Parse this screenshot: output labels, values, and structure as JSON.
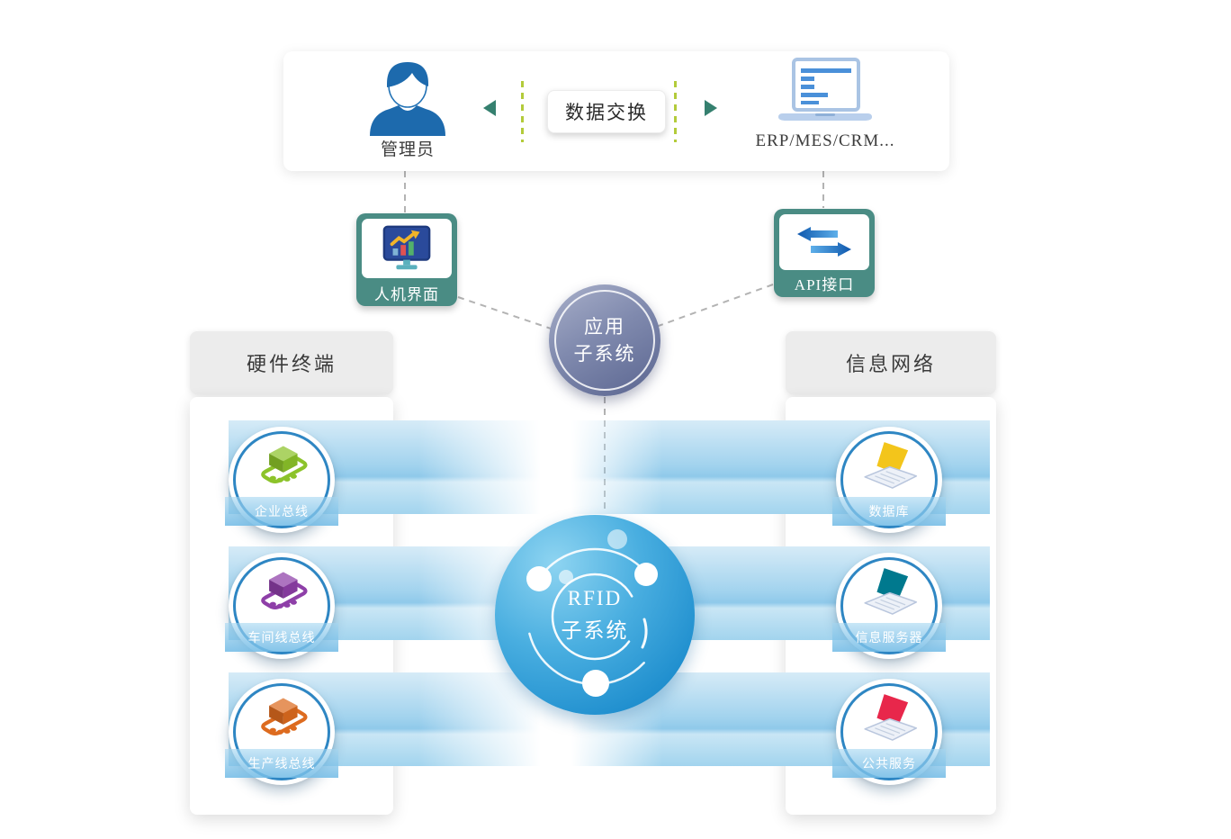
{
  "top_card": {
    "admin_label": "管理员",
    "exchange_label": "数据交换",
    "erp_label": "ERP/MES/CRM..."
  },
  "connectors": {
    "hmi_label": "人机界面",
    "api_label": "API接口"
  },
  "app_subsystem": {
    "line1": "应用",
    "line2": "子系统"
  },
  "rfid_subsystem": {
    "line1": "RFID",
    "line2": "子系统"
  },
  "left_panel": {
    "title": "硬件终端",
    "items": [
      {
        "label": "企业总线",
        "color": "#8cc32a"
      },
      {
        "label": "车间线总线",
        "color": "#8e3fa8"
      },
      {
        "label": "生产线总线",
        "color": "#dd6b1f"
      }
    ]
  },
  "right_panel": {
    "title": "信息网络",
    "items": [
      {
        "label": "数据库",
        "color": "#f3c51b"
      },
      {
        "label": "信息服务器",
        "color": "#00798e"
      },
      {
        "label": "公共服务",
        "color": "#e8274b"
      }
    ]
  },
  "colors": {
    "teal_box": "#4a8c84",
    "band_blue": "#9fd1ed",
    "circle_ring": "#2e86c3",
    "app_circle": "#6d779e",
    "rfid_blue": "#2d9ad5",
    "dashed_gray": "#b3b3b3",
    "green_dash": "#b3cb3a",
    "arrow_teal": "#35806f"
  }
}
